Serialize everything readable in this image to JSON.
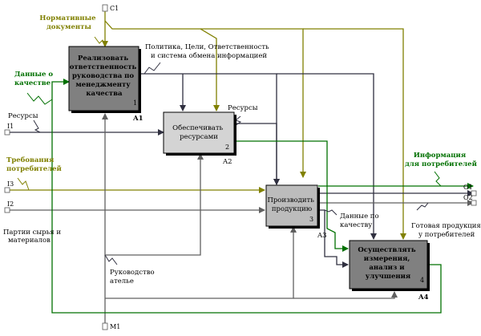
{
  "boxes": [
    {
      "id": "b1",
      "lines": [
        "Реализовать",
        "ответственность",
        "руководства по",
        "менеджменту",
        "качества"
      ],
      "num": "1",
      "code": "A1",
      "fill": "#808080"
    },
    {
      "id": "b2",
      "lines": [
        "Обеспечивать",
        "ресурсами"
      ],
      "num": "2",
      "code": "A2",
      "fill": "#d4d4d4"
    },
    {
      "id": "b3",
      "lines": [
        "Производить",
        "продукцию"
      ],
      "num": "3",
      "code": "A3",
      "fill": "#bcbcbc"
    },
    {
      "id": "b4",
      "lines": [
        "Осуществлять",
        "измерения,",
        "анализ и",
        "улучшения"
      ],
      "num": "4",
      "code": "A4",
      "fill": "#808080"
    }
  ],
  "ports": {
    "c1": "C1",
    "m1": "M1",
    "i1": "I1",
    "i2": "I2",
    "i3": "I3",
    "o1": "O1",
    "o2": "O2"
  },
  "labels": {
    "norm_docs": [
      "Нормативные",
      "документы"
    ],
    "quality_data": [
      "Данные о",
      "качестве"
    ],
    "resources_left": "Ресурсы",
    "policy": [
      "Политика, Цели, Ответственность",
      "и система обмена информацией"
    ],
    "resources_mid": "Ресурсы",
    "customer_req": [
      "Требования",
      "потребителей"
    ],
    "raw_materials": [
      "Партии сырья и",
      "материалов"
    ],
    "management": [
      "Руководство",
      "ателье"
    ],
    "quality_data_2": [
      "Данные по",
      "качеству"
    ],
    "customer_info": [
      "Информация",
      "для потребителей"
    ],
    "finished_product": [
      "Готовая продукция",
      "у потребителей"
    ]
  },
  "colors": {
    "olive": "#808000",
    "green": "#007000",
    "dark": "#303040",
    "grey": "#606060"
  }
}
